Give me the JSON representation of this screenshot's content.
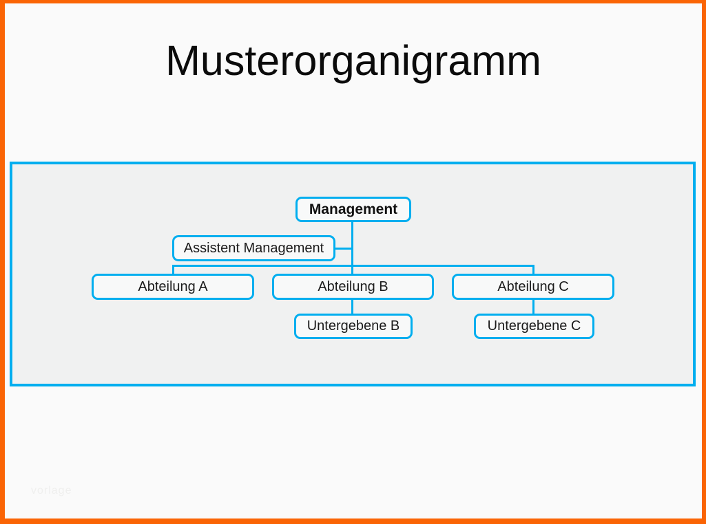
{
  "page": {
    "title": "Musterorganigramm",
    "watermark": "vorlage"
  },
  "colors": {
    "frame_orange": "#FA6405",
    "accent_cyan": "#00AEEF",
    "outer_background": "#FAFAFA",
    "panel_background": "#F0F1F1",
    "node_fill": "#F8F9F9",
    "title_color": "#0B0B0B"
  },
  "org_chart": {
    "nodes": [
      {
        "id": "management",
        "label": "Management",
        "level": 1,
        "bold": true
      },
      {
        "id": "assistent_management",
        "label": "Assistent Management",
        "level": 2,
        "reports_to": "management"
      },
      {
        "id": "abteilung_a",
        "label": "Abteilung A",
        "level": 3,
        "reports_to": "management"
      },
      {
        "id": "abteilung_b",
        "label": "Abteilung B",
        "level": 3,
        "reports_to": "management"
      },
      {
        "id": "abteilung_c",
        "label": "Abteilung C",
        "level": 3,
        "reports_to": "management"
      },
      {
        "id": "untergebene_b",
        "label": "Untergebene B",
        "level": 4,
        "reports_to": "abteilung_b"
      },
      {
        "id": "untergebene_c",
        "label": "Untergebene C",
        "level": 4,
        "reports_to": "abteilung_c"
      }
    ],
    "edges": [
      {
        "from": "management",
        "to": "assistent_management"
      },
      {
        "from": "management",
        "to": "abteilung_a"
      },
      {
        "from": "management",
        "to": "abteilung_b"
      },
      {
        "from": "management",
        "to": "abteilung_c"
      },
      {
        "from": "abteilung_b",
        "to": "untergebene_b"
      },
      {
        "from": "abteilung_c",
        "to": "untergebene_c"
      }
    ]
  }
}
